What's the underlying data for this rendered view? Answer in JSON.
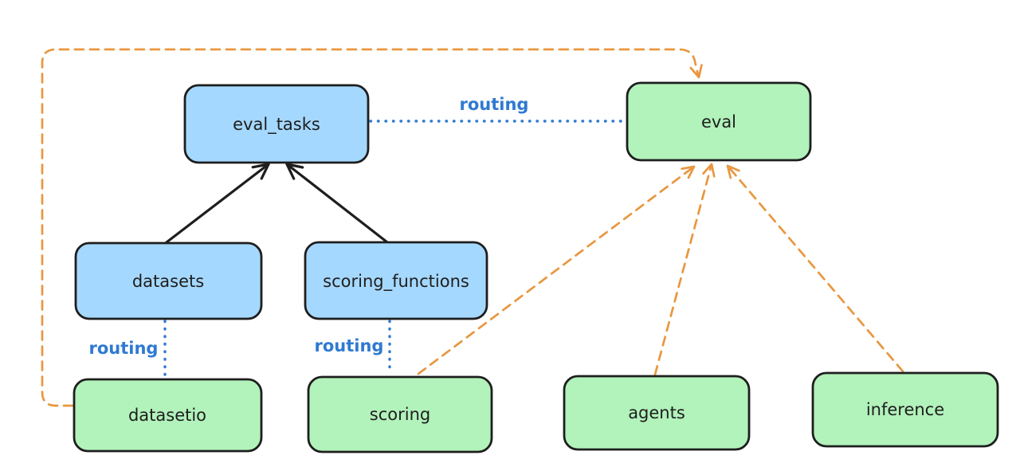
{
  "canvas": {
    "background": "#ffffff"
  },
  "colors": {
    "registry_fill": "#a5d8ff",
    "provider_fill": "#b2f2bb",
    "node_stroke": "#1e1e1e",
    "node_text": "#1e1e1e",
    "routing_blue": "#2f7ad1",
    "orange_dash": "#e8973f",
    "black_arrow": "#1e1e1e"
  },
  "nodes": {
    "eval_tasks": {
      "label": "eval_tasks"
    },
    "eval": {
      "label": "eval"
    },
    "datasets": {
      "label": "datasets"
    },
    "scoring_functions": {
      "label": "scoring_functions"
    },
    "datasetio": {
      "label": "datasetio"
    },
    "scoring": {
      "label": "scoring"
    },
    "agents": {
      "label": "agents"
    },
    "inference": {
      "label": "inference"
    }
  },
  "edge_labels": {
    "routing_top": "routing",
    "routing_left": "routing",
    "routing_middle": "routing"
  }
}
